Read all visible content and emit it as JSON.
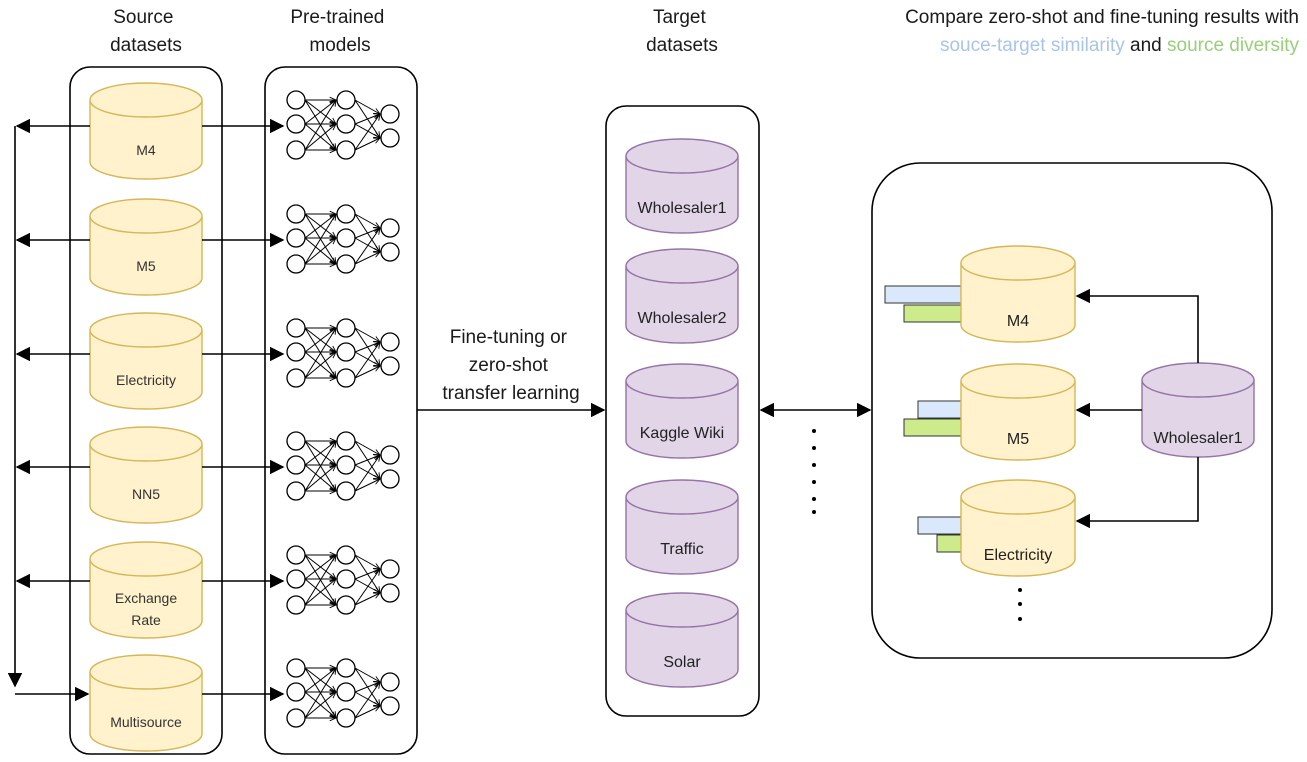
{
  "headers": {
    "source": [
      "Source",
      "datasets"
    ],
    "pretrained": [
      "Pre-trained",
      "models"
    ],
    "target": [
      "Target",
      "datasets"
    ],
    "compare_line1": "Compare zero-shot and fine-tuning results with",
    "compare_similarity": "souce-target similarity",
    "compare_and": "and",
    "compare_diversity": "source diversity"
  },
  "middle_label": [
    "Fine-tuning or",
    "zero-shot",
    "transfer learning"
  ],
  "source_datasets": [
    [
      "M4"
    ],
    [
      "M5"
    ],
    [
      "Electricity"
    ],
    [
      "NN5"
    ],
    [
      "Exchange",
      "Rate"
    ],
    [
      "Multisource"
    ]
  ],
  "target_datasets": [
    "Wholesaler1",
    "Wholesaler2",
    "Kaggle Wiki",
    "Traffic",
    "Solar"
  ],
  "comparison": {
    "target": "Wholesaler1",
    "sources": [
      "M4",
      "M5",
      "Electricity"
    ],
    "ellipsis": "⋮"
  },
  "colors": {
    "source_fill": "#fff2cc",
    "source_stroke": "#d6b656",
    "target_fill": "#e1d5e7",
    "target_stroke": "#9673a6",
    "similarity": "#dae8fc",
    "similarity_text": "#a9c4eb",
    "diversity": "#d5e8d4",
    "diversity_bar": "#cdeb8b",
    "diversity_text": "#97d077"
  }
}
